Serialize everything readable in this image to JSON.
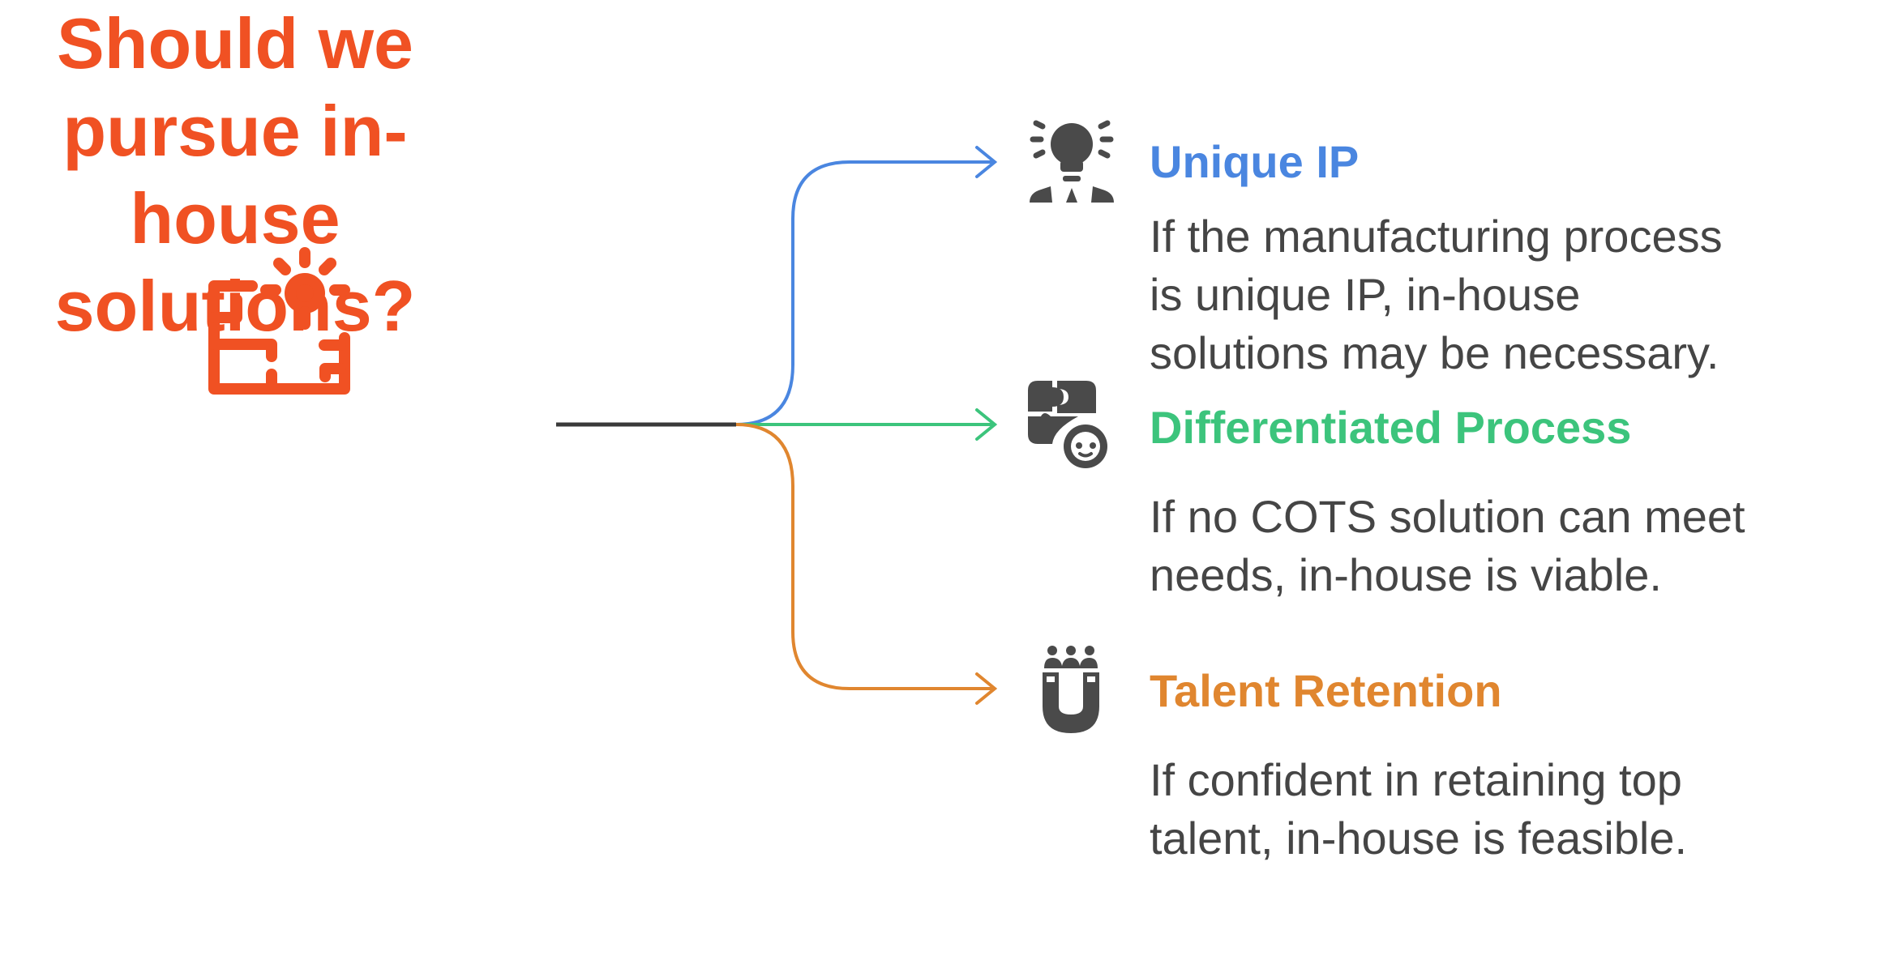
{
  "title": "Should we pursue in-house solutions?",
  "colors": {
    "title": "#f05123",
    "branch1": "#4a86e0",
    "branch2": "#3cc47c",
    "branch3": "#e0862f",
    "stem": "#3a3a3a",
    "icon": "#4a4a4a"
  },
  "icons": {
    "title": "maze-lightbulb-icon",
    "branch1": "person-lightbulb-icon",
    "branch2": "puzzle-face-icon",
    "branch3": "magnet-people-icon"
  },
  "branches": [
    {
      "heading": "Unique IP",
      "body": "If the manufacturing process\nis unique IP, in-house\nsolutions may be necessary."
    },
    {
      "heading": "Differentiated Process",
      "body": "If no COTS solution can meet\nneeds, in-house is viable."
    },
    {
      "heading": "Talent Retention",
      "body": "If confident in retaining top\ntalent, in-house is feasible."
    }
  ]
}
